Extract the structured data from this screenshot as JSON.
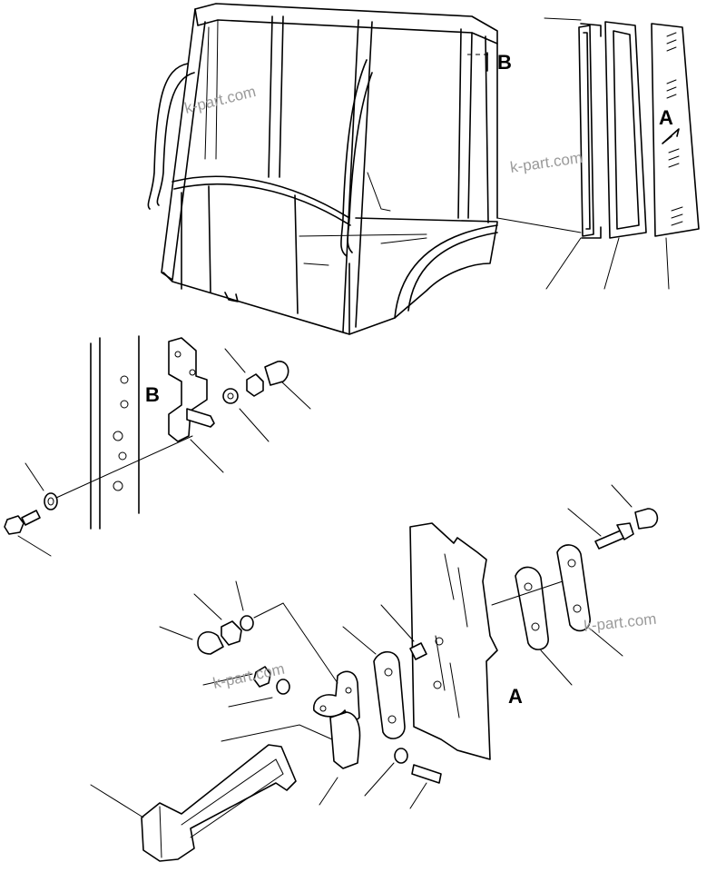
{
  "labels": {
    "detail_a": "A",
    "detail_b": "B",
    "window_a": "A",
    "callout_b": "B"
  },
  "watermark": "k-part.com"
}
